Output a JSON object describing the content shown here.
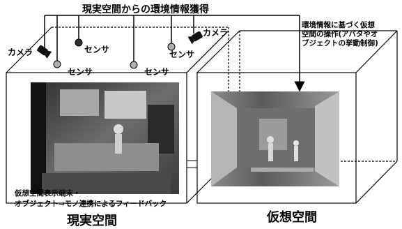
{
  "title": "現実空間からの環境情報獲得",
  "labels": {
    "camera_left": "カメラ",
    "camera_right": "カメラ",
    "sensor_1": "センサ",
    "sensor_2": "センサ",
    "sensor_3": "センサ",
    "sensor_4": "センサ"
  },
  "virtual_operation": {
    "line1": "環境情報に基づく仮想",
    "line2": "空間の操作(アバタやオ",
    "line3": "ブジェクトの挙動制御)"
  },
  "feedback": {
    "line1": "仮想空間表示端末・",
    "line2": "オブジェクト⇒モノ連携によるフィードバック"
  },
  "spaces": {
    "real": "現実空間",
    "virtual": "仮想空間"
  },
  "colors": {
    "line": "#000000",
    "sensor_dark": "#333333",
    "sensor_light": "#b0b0b0",
    "photo_real": "#5a5a5a",
    "photo_virtual": "#7a7a7a"
  }
}
